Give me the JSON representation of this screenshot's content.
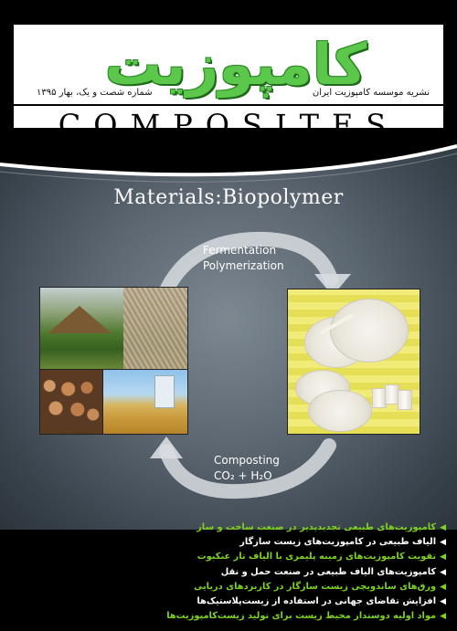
{
  "header": {
    "brand_fa": "کامپوزیت",
    "brand_en": "COMPOSITES",
    "publisher": "نشریه موسسه کامپوزیت ایران",
    "issue": "شماره شصت و یک، بهار ۱۳۹۵"
  },
  "main": {
    "title": "Materials:Biopolymer",
    "process_top": [
      "Fermentation",
      "Polymerization"
    ],
    "process_bottom": [
      "Composting",
      "CO₂ + H₂O"
    ]
  },
  "topics": [
    {
      "text": "کامپوزیت‌های طبیعی تجدیدپذیر در صنعت ساخت و ساز",
      "color": "#7ed321"
    },
    {
      "text": "الیاف طبیعی در کامپوزیت‌های زیست سازگار",
      "color": "#ffffff"
    },
    {
      "text": "تقویت کامپوزیت‌های زمینه پلیمری با الیاف تار عنکبوت",
      "color": "#7ed321"
    },
    {
      "text": "کامپوزیت‌های الیاف طبیعی در صنعت حمل و نقل",
      "color": "#ffffff"
    },
    {
      "text": "ورق‌های ساندویچی زیست سازگار در کاربردهای دریایی",
      "color": "#7ed321"
    },
    {
      "text": "افزایش تقاضای جهانی در استفاده از زیست‌پلاستیک‌ها",
      "color": "#ffffff"
    },
    {
      "text": "مواد اولیه دوستدار محیط زیست برای تولید زیست‌کامپوزیت‌ها",
      "color": "#7ed321"
    }
  ],
  "icons": {
    "bullet": "arrow-bullet-icon"
  }
}
